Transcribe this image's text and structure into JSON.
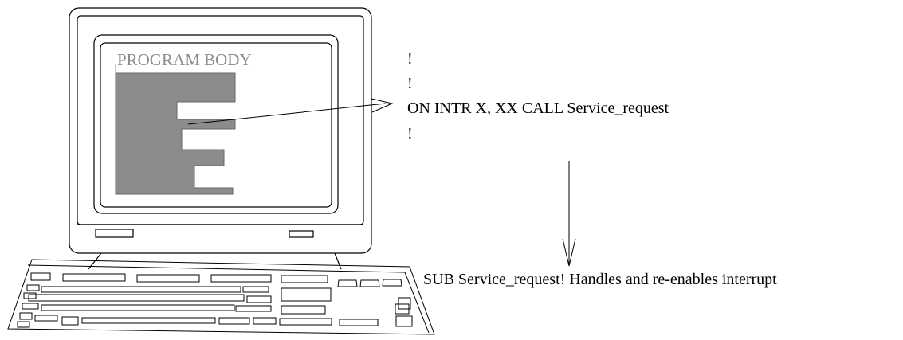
{
  "screen": {
    "label": "PROGRAM BODY",
    "fill_color": "#8c8c8c"
  },
  "code": {
    "lines": [
      "!",
      "!",
      "ON INTR X, XX CALL Service_request",
      "!"
    ]
  },
  "subroutine": {
    "text": "SUB Service_request! Handles and re-enables interrupt"
  }
}
